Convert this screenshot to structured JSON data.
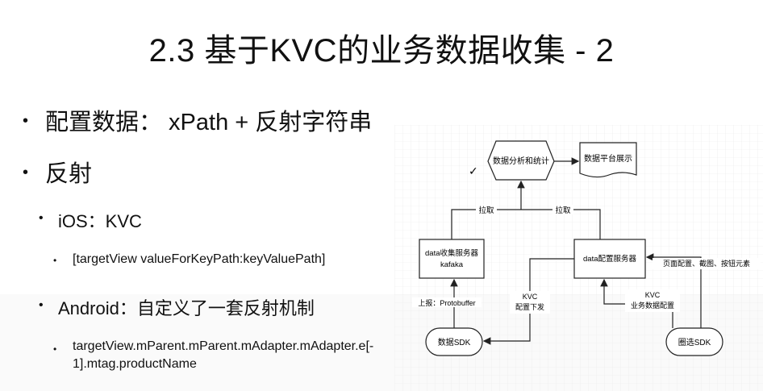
{
  "slide": {
    "title": "2.3 基于KVC的业务数据收集 - 2",
    "bullets": {
      "b1": "配置数据： xPath + 反射字符串",
      "b2": "反射",
      "b2_1": "iOS：KVC",
      "b2_1_1": "[targetView valueForKeyPath:keyValuePath]",
      "b2_2": "Android：自定义了一套反射机制",
      "b2_2_1": "targetView.mParent.mParent.mAdapter.mAdapter.e[-1].mtag.productName"
    }
  },
  "diagram": {
    "nodes": {
      "analysis": "数据分析和统计",
      "display": "数据平台展示",
      "collect_server_l1": "data收集服务器",
      "collect_server_l2": "kafaka",
      "config_server": "data配置服务器",
      "data_sdk": "数据SDK",
      "circle_sdk": "圈选SDK"
    },
    "labels": {
      "pull_left": "拉取",
      "pull_right": "拉取",
      "report": "上报：Protobuffer",
      "kvc_down_l1": "KVC",
      "kvc_down_l2": "配置下发",
      "kvc_biz_l1": "KVC",
      "kvc_biz_l2": "业务数据配置",
      "page_config": "页面配置、截图、按钮元素"
    },
    "checkmark": "✓"
  }
}
